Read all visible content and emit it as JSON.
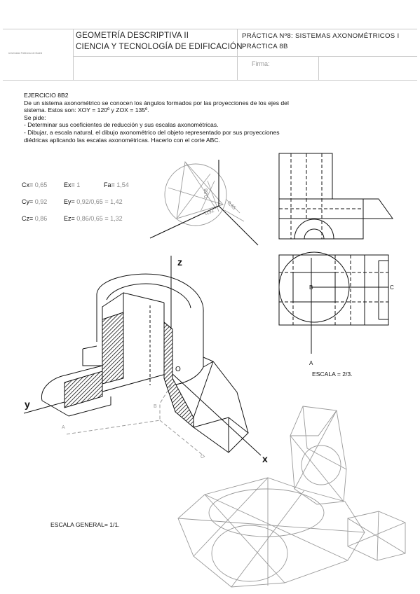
{
  "header": {
    "course_line1": "GEOMETRÍA DESCRIPTIVA II",
    "course_line2": "CIENCIA Y TECNOLOGÍA DE EDIFICACIÓN",
    "practice_line1": "PRÁCTICA Nº8: SISTEMAS AXONOMÉTRICOS I",
    "practice_line2": "PRÁCTICA 8B",
    "signature_label": "Firma:",
    "tiny_text": "Universidad Politécnica de Madrid"
  },
  "exercise": {
    "title": "EJERCICIO 8B2",
    "lines": [
      "De un sistema axonométrico se conocen los ángulos formados por las proyecciones de los ejes del",
      "sistema. Estos son: XOY = 120º y ZOX = 135º.",
      "Se pide:",
      "- Determinar sus coeficientes de reducción y sus escalas axonométricas.",
      "- Dibujar, a escala natural, el dibujo axonométrico del objeto representado por sus proyecciones",
      "diédricas aplicando las escalas axonométricas. Hacerlo con el corte ABC."
    ]
  },
  "coefficients": {
    "cx_key": "Cx=",
    "cx_val": "0,65",
    "cy_key": "Cy=",
    "cy_val": "0,92",
    "cz_key": "Cz=",
    "cz_val": "0,86",
    "ex_key": "Ex=",
    "ex_val": "1",
    "ey_key": "Ey=",
    "ey_val": "0,92/0,65 = 1,42",
    "ez_key": "Ez=",
    "ez_val": "0,86/0,65 = 1,32",
    "fa_key": "Fa=",
    "fa_val": "1,54"
  },
  "construction": {
    "label_a": "0,86",
    "label_b": "0,92",
    "label_c": "0,65"
  },
  "plan_labels": {
    "b": "B",
    "c": "C",
    "a": "A"
  },
  "axis_labels": {
    "z": "z",
    "y": "y",
    "x": "x",
    "o": "O",
    "a": "A",
    "b": "B",
    "c": "C"
  },
  "scales": {
    "views": "ESCALA = 2/3.",
    "general": "ESCALA GENERAL= 1/1."
  },
  "colors": {
    "ink": "#111111",
    "construction": "#9a9a9a",
    "header_line": "#c9c9c9"
  }
}
